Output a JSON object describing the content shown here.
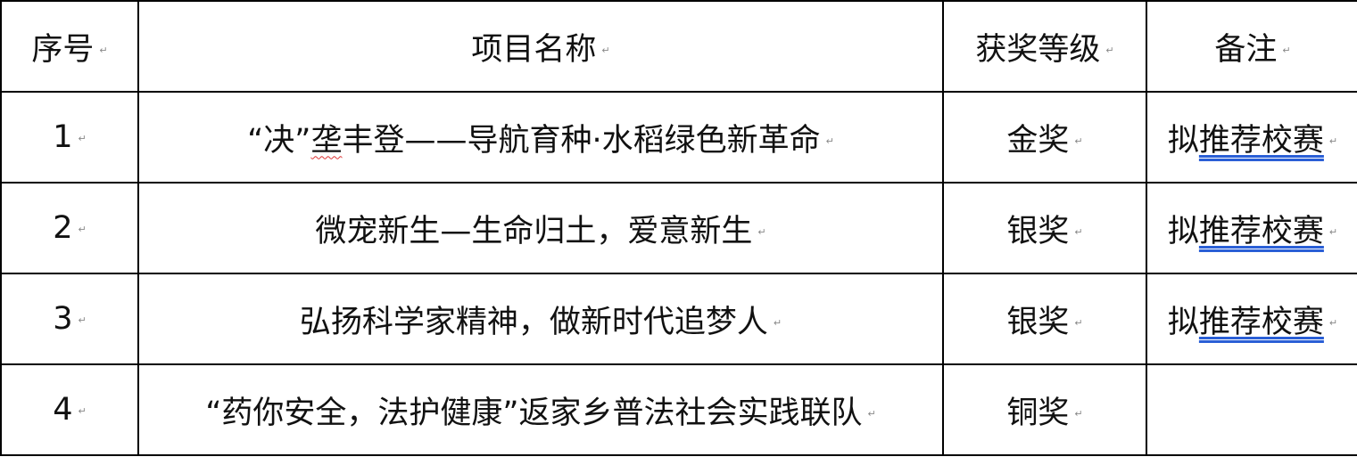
{
  "headers": [
    "序号",
    "项目名称",
    "获奖等级",
    "备注"
  ],
  "rows": [
    {
      "no": "1",
      "name_pre": "“决”",
      "name_squiggle": "垄",
      "name_post": "丰登——导航育种·水稻绿色新革命",
      "level": "金奖",
      "remark_a": "拟",
      "remark_b": "推荐校赛"
    },
    {
      "no": "2",
      "name_pre": "微宠新生—生命归土，爱意新生",
      "name_squiggle": "",
      "name_post": "",
      "level": "银奖",
      "remark_a": "拟",
      "remark_b": "推荐校赛"
    },
    {
      "no": "3",
      "name_pre": "弘扬科学家精神，做新时代追梦人",
      "name_squiggle": "",
      "name_post": "",
      "level": "银奖",
      "remark_a": "拟",
      "remark_b": "推荐校赛"
    },
    {
      "no": "4",
      "name_pre": "“药你安全，法护健康”返家乡普法社会实践联队",
      "name_squiggle": "",
      "name_post": "",
      "level": "铜奖",
      "remark_a": "",
      "remark_b": ""
    }
  ],
  "paragraph_mark": "↵"
}
